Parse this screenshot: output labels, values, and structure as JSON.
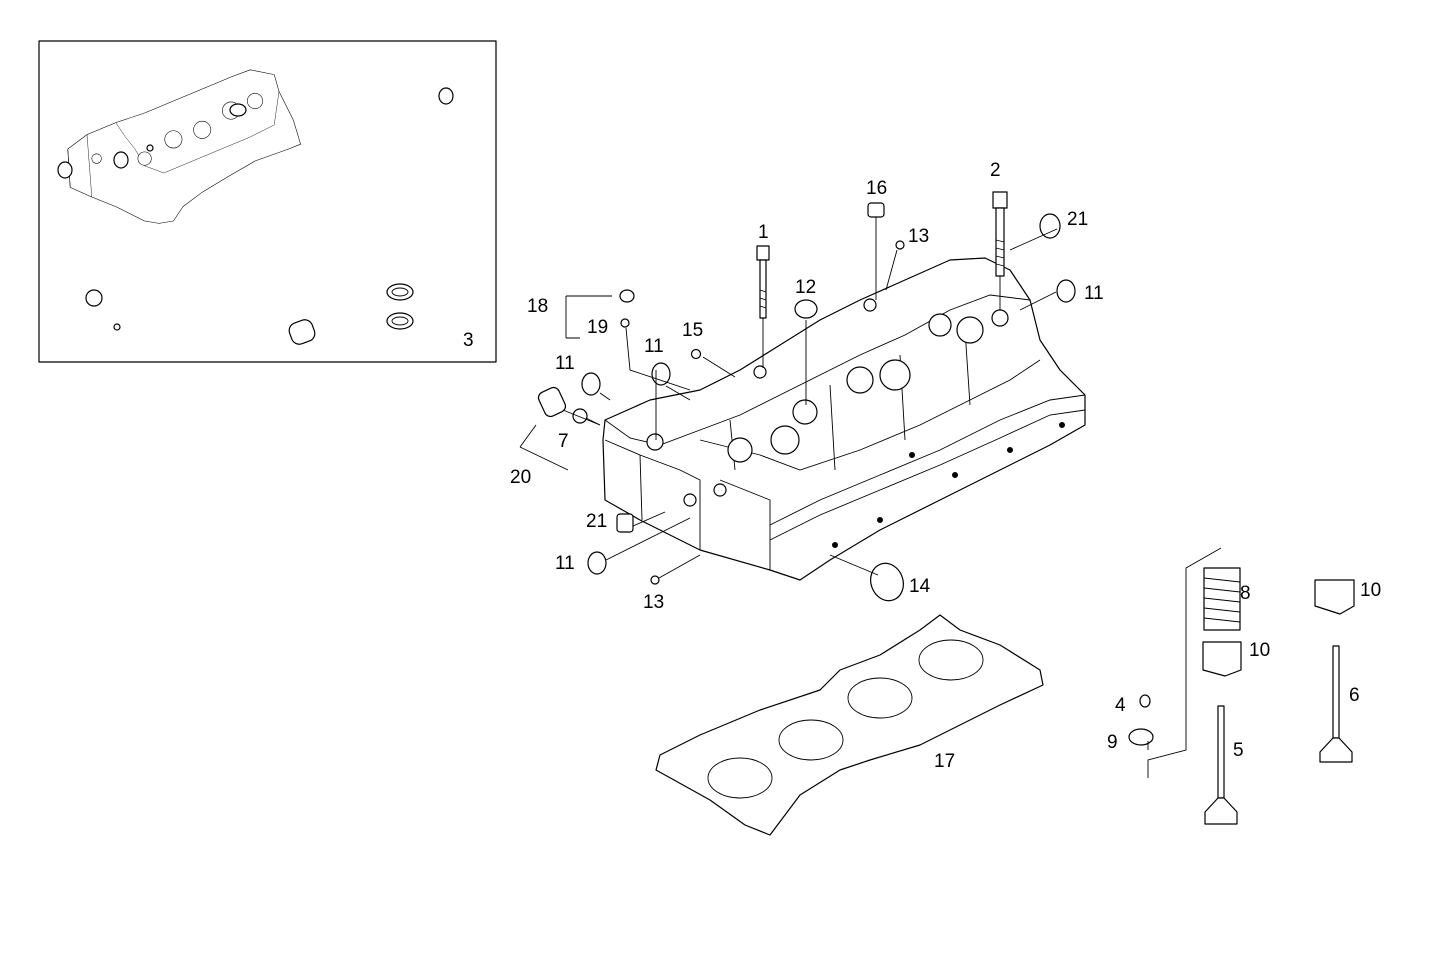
{
  "inset": {
    "label": "3"
  },
  "labels": {
    "p1": "1",
    "p2": "2",
    "p4": "4",
    "p5": "5",
    "p6": "6",
    "p7": "7",
    "p8": "8",
    "p9": "9",
    "p10a": "10",
    "p10b": "10",
    "p11a": "11",
    "p11b": "11",
    "p11c": "11",
    "p11d": "11",
    "p12": "12",
    "p13a": "13",
    "p13b": "13",
    "p14": "14",
    "p15": "15",
    "p16": "16",
    "p17": "17",
    "p18": "18",
    "p19": "19",
    "p20": "20",
    "p21a": "21",
    "p21b": "21"
  }
}
